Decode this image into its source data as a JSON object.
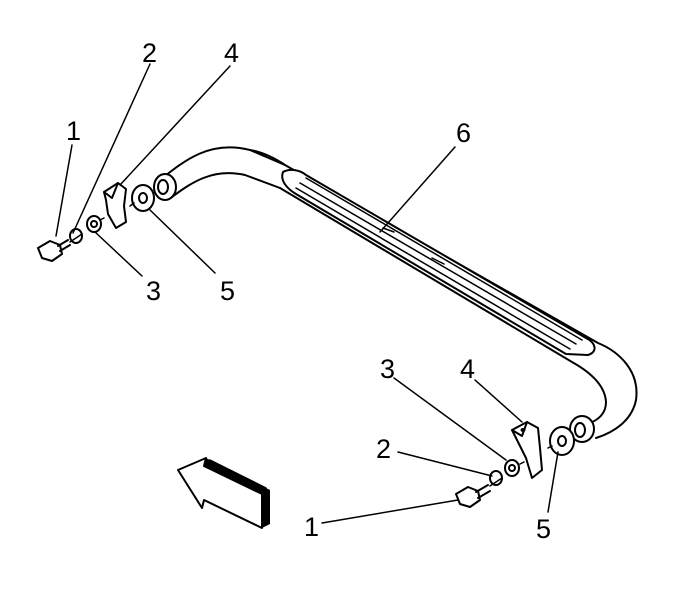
{
  "diagram": {
    "labels": {
      "left_bolt": "1",
      "left_lock_washer": "2",
      "left_washer": "3",
      "left_bracket": "4",
      "left_spacer": "5",
      "step_bar": "6",
      "right_bolt": "1",
      "right_lock_washer": "2",
      "right_washer": "3",
      "right_bracket": "4",
      "right_spacer": "5"
    }
  }
}
